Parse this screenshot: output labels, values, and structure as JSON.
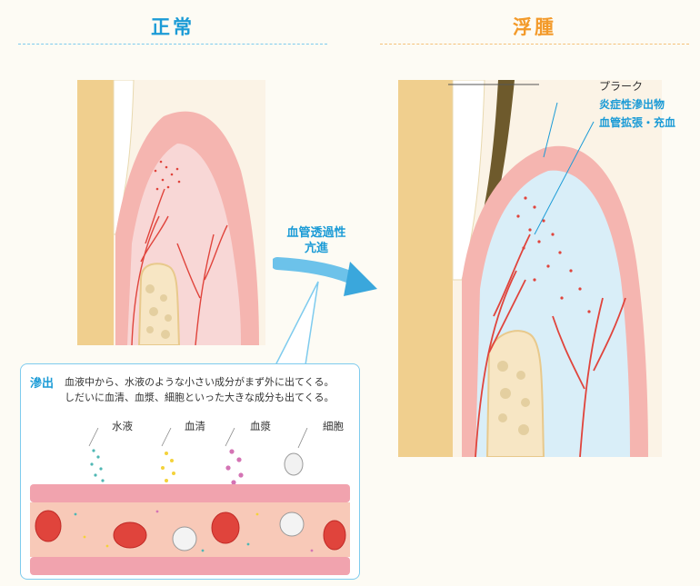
{
  "left": {
    "title": "正常"
  },
  "right": {
    "title": "浮腫",
    "labels": {
      "plaque": "プラーク",
      "exudate": "炎症性滲出物",
      "dilation": "血管拡張・充血"
    }
  },
  "arrow": {
    "line1": "血管透過性",
    "line2": "亢進"
  },
  "callout": {
    "title": "滲出",
    "text1": "血液中から、水液のような小さい成分がまず外に出てくる。",
    "text2": "しだいに血清、血漿、細胞といった大きな成分も出てくる。",
    "labels": {
      "water": "水液",
      "serum": "血清",
      "plasma": "血漿",
      "cells": "細胞"
    }
  },
  "colors": {
    "accent_blue": "#1b9bd6",
    "accent_orange": "#f39a2a",
    "vessel_red": "#e0443c",
    "gum_pink": "#f2a7a7"
  }
}
